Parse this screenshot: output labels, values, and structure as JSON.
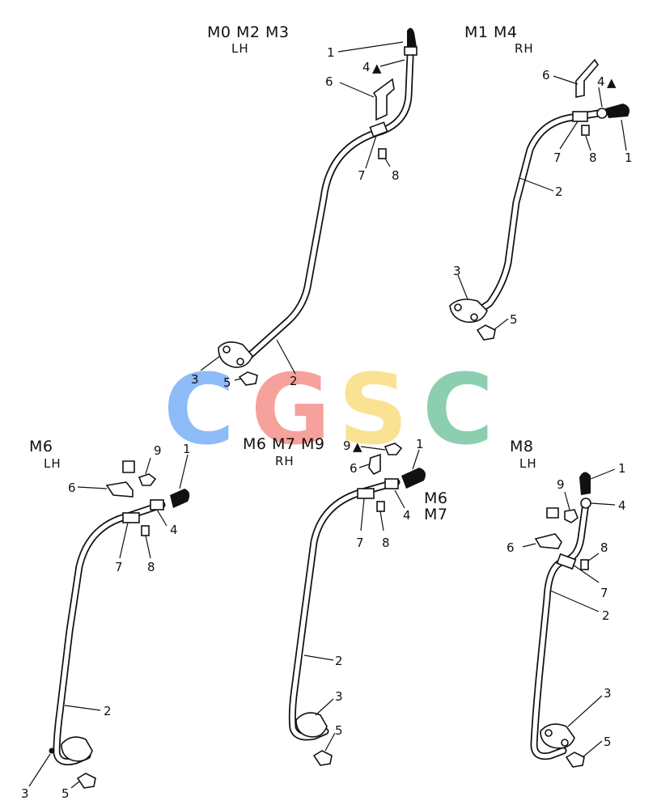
{
  "watermark": {
    "letters": [
      "C",
      "G",
      "S",
      "C"
    ],
    "colors": [
      "#7ab0f6",
      "#f5918a",
      "#f8de7e",
      "#79c7a3"
    ]
  },
  "groups": [
    {
      "models": "M0 M2 M3",
      "side": "LH",
      "callouts": [
        "1",
        "4",
        "6",
        "7",
        "8",
        "3",
        "5",
        "2"
      ]
    },
    {
      "models": "M1 M4",
      "side": "RH",
      "callouts": [
        "6",
        "4",
        "7",
        "8",
        "1",
        "2",
        "3",
        "5"
      ]
    },
    {
      "models": "M6",
      "side": "LH",
      "callouts": [
        "9",
        "1",
        "6",
        "4",
        "7",
        "8",
        "2",
        "3",
        "5"
      ]
    },
    {
      "models": "M6 M7 M9",
      "side": "RH",
      "sub_models": "M6\nM7",
      "callouts": [
        "9",
        "1",
        "6",
        "4",
        "7",
        "8",
        "2",
        "3",
        "5"
      ]
    },
    {
      "models": "M8",
      "side": "LH",
      "callouts": [
        "1",
        "9",
        "4",
        "6",
        "8",
        "7",
        "2",
        "3",
        "5"
      ]
    }
  ],
  "annotation_mark": "▲"
}
